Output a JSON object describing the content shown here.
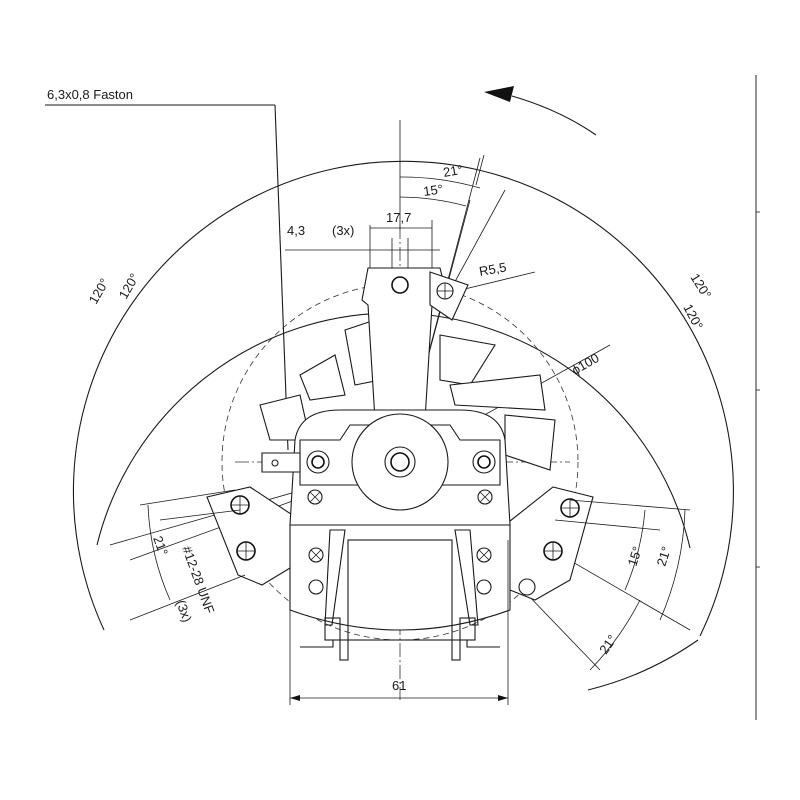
{
  "drawing": {
    "title": "Fan motor dimensional drawing",
    "rotation_direction": "counter-clockwise",
    "labels": {
      "terminal": "6,3x0,8  Faston",
      "dim_4_3": "4,3",
      "dim_3x_top": "(3x)",
      "dim_17_7": "17,7",
      "angle_21_top": "21°",
      "angle_15_top": "15°",
      "radius": "R5,5",
      "diameter": "ϕ100",
      "angle_120_outer_left": "120°",
      "angle_120_inner_left": "120°",
      "angle_120_outer_right": "120°",
      "angle_120_inner_right": "120°",
      "angle_21_left": "21°",
      "thread": "#12-28  UNF",
      "thread_qty": "(3x)",
      "angle_15_right": "15°",
      "angle_21_right": "21°",
      "angle_21_bottom_right": "21°",
      "dim_61": "61"
    }
  }
}
